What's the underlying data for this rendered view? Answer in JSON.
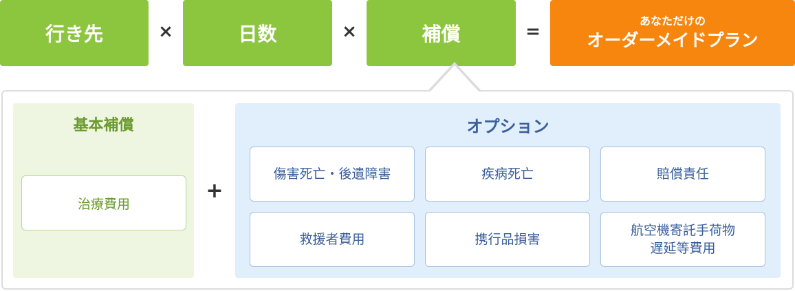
{
  "formula": {
    "term1": "行き先",
    "times1": "×",
    "term2": "日数",
    "times2": "×",
    "term3": "補償",
    "equals": "=",
    "result_sub": "あなただけの",
    "result_main": "オーダーメイドプラン"
  },
  "basic": {
    "title": "基本補償",
    "items": [
      "治療費用"
    ]
  },
  "plus": "+",
  "options": {
    "title": "オプション",
    "items": [
      "傷害死亡・後遺障害",
      "疾病死亡",
      "賠償責任",
      "救援者費用",
      "携行品損害",
      "航空機寄託手荷物\n遅延等費用"
    ]
  },
  "colors": {
    "green": "#8cc63f",
    "orange": "#f7860f",
    "basic_bg": "#eef6e1",
    "options_bg": "#e1eefb"
  }
}
